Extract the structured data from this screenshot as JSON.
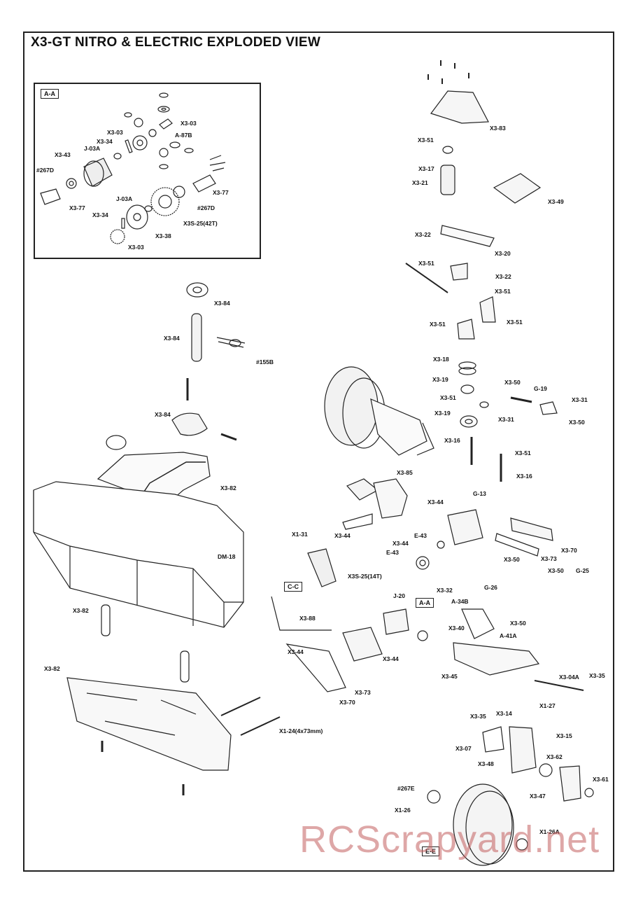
{
  "title": "X3-GT NITRO & ELECTRIC EXPLODED VIEW",
  "watermark": "RCScrapyard.net",
  "section_tags": {
    "inset": "A-A",
    "shock": "C-C",
    "diff": "A-A",
    "wheel": "E-E"
  },
  "labels": {
    "inset": [
      "X3-03",
      "A-87B",
      "X3-03",
      "X3-34",
      "J-03A",
      "X3-43",
      "#267D",
      "X3-77",
      "X3-77",
      "#267D",
      "J-03A",
      "X3-34",
      "X3S-25(42T)",
      "X3-38",
      "X3-03"
    ],
    "left": [
      "X3-84",
      "X3-84",
      "#155B",
      "X3-84",
      "X3-82",
      "DM-18",
      "X3-82",
      "X3-82"
    ],
    "upper_right": [
      "X3-83",
      "X3-51",
      "X3-17",
      "X3-21",
      "X3-49",
      "X3-22",
      "X3-20",
      "X3-51",
      "X3-22",
      "X3-51",
      "X3-51",
      "X3-51",
      "X3-18",
      "X3-19",
      "X3-50",
      "G-19",
      "X3-31",
      "X3-51",
      "X3-31",
      "X3-19",
      "X3-50",
      "X3-16",
      "X3-51",
      "X3-16"
    ],
    "middle": [
      "X3-85",
      "X3-44",
      "G-13",
      "X1-31",
      "X3-44",
      "X3-70",
      "E-43",
      "X3-44",
      "E-43",
      "X3-73",
      "X3-50",
      "X3-50",
      "G-25",
      "X3S-25(14T)",
      "X3-32",
      "G-26",
      "J-20",
      "A-34B",
      "X3-88",
      "X3-50",
      "X3-40",
      "A-41A",
      "X3-44",
      "X3-44",
      "X3-45",
      "X3-04A",
      "X3-35",
      "X3-73",
      "X3-70",
      "X1-24(4x73mm)"
    ],
    "lower_right": [
      "X1-27",
      "X3-14",
      "X3-35",
      "X3-15",
      "X3-07",
      "X3-62",
      "X3-48",
      "X3-61",
      "#267E",
      "X3-47",
      "X1-26",
      "X1-26A"
    ]
  }
}
